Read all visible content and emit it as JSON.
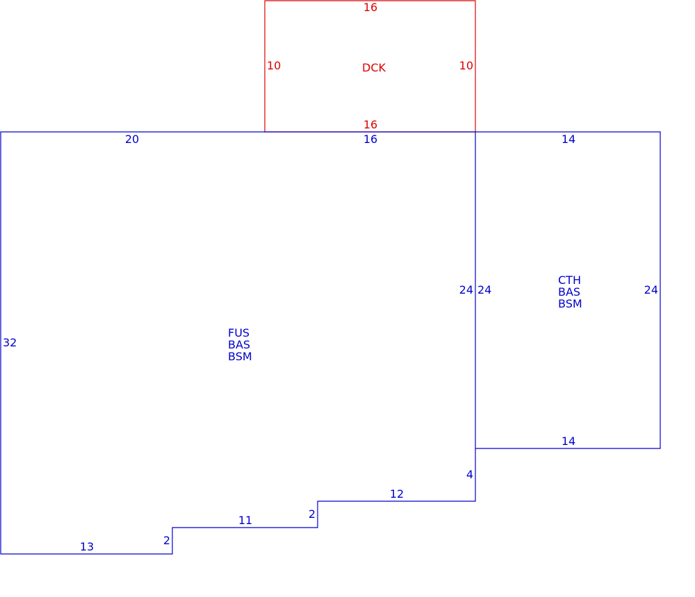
{
  "colors": {
    "main": "#0000cc",
    "deck": "#dd0000",
    "background": "#ffffff"
  },
  "areas": {
    "deck": {
      "labels": [
        "DCK"
      ],
      "dims": {
        "top": "16",
        "bottom": "16",
        "left": "10",
        "right": "10"
      }
    },
    "main": {
      "labels": [
        "FUS",
        "BAS",
        "BSM"
      ],
      "dims": {
        "top_left": "20",
        "top_right": "16",
        "left": "32",
        "right": "24",
        "bottom_right_step": "4",
        "step_upper": "12",
        "step_riser_upper": "2",
        "step_middle": "11",
        "step_riser_lower": "2",
        "bottom": "13"
      }
    },
    "garage": {
      "labels": [
        "CTH",
        "BAS",
        "BSM"
      ],
      "dims": {
        "top": "14",
        "bottom": "14",
        "left": "24",
        "right": "24"
      }
    }
  }
}
